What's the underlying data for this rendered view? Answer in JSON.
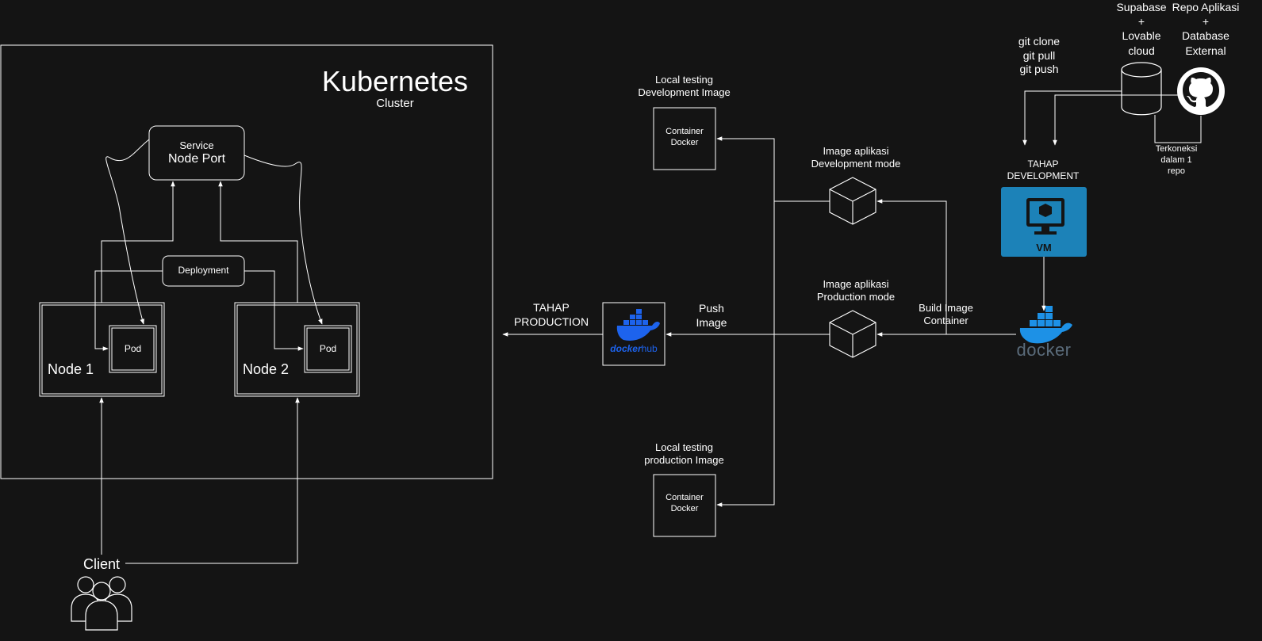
{
  "kubernetes": {
    "title": "Kubernetes",
    "subtitle": "Cluster"
  },
  "service": {
    "line1": "Service",
    "line2": "Node Port"
  },
  "deployment": {
    "label": "Deployment"
  },
  "nodes": [
    {
      "label": "Node 1",
      "pod": "Pod"
    },
    {
      "label": "Node 2",
      "pod": "Pod"
    }
  ],
  "client": {
    "label": "Client",
    "icon": "users-icon"
  },
  "tahap_production": "TAHAP\nPRODUCTION",
  "push_image": "Push\nImage",
  "dockerhub": {
    "wordmark_a": "docker",
    "wordmark_b": "hub",
    "icon": "docker-hub-icon"
  },
  "local_dev": {
    "caption": "Local testing\nDevelopment Image",
    "box": "Container\nDocker"
  },
  "local_prod": {
    "caption": "Local testing\nproduction Image",
    "box": "Container\nDocker"
  },
  "image_dev": "Image aplikasi\nDevelopment mode",
  "image_prod": "Image aplikasi\nProduction mode",
  "build_image": "Build Image\nContainer",
  "docker": {
    "wordmark": "docker",
    "icon": "docker-whale-icon"
  },
  "vm": {
    "label": "VM",
    "icon": "monitor-icon"
  },
  "tahap_development": "TAHAP\nDEVELOPMENT",
  "git_commands": "git clone\ngit pull\ngit push",
  "supabase": "Supabase\n+\nLovable\ncloud",
  "repo": "Repo Aplikasi\n+\nDatabase\nExternal",
  "terkoneksi": "Terkoneksi\ndalam 1\nrepo",
  "colors": {
    "background": "#141414",
    "line": "#ffffff",
    "vm": "#1c82b8",
    "docker": "#1d91e6",
    "dockerhub": "#1d63ed"
  }
}
